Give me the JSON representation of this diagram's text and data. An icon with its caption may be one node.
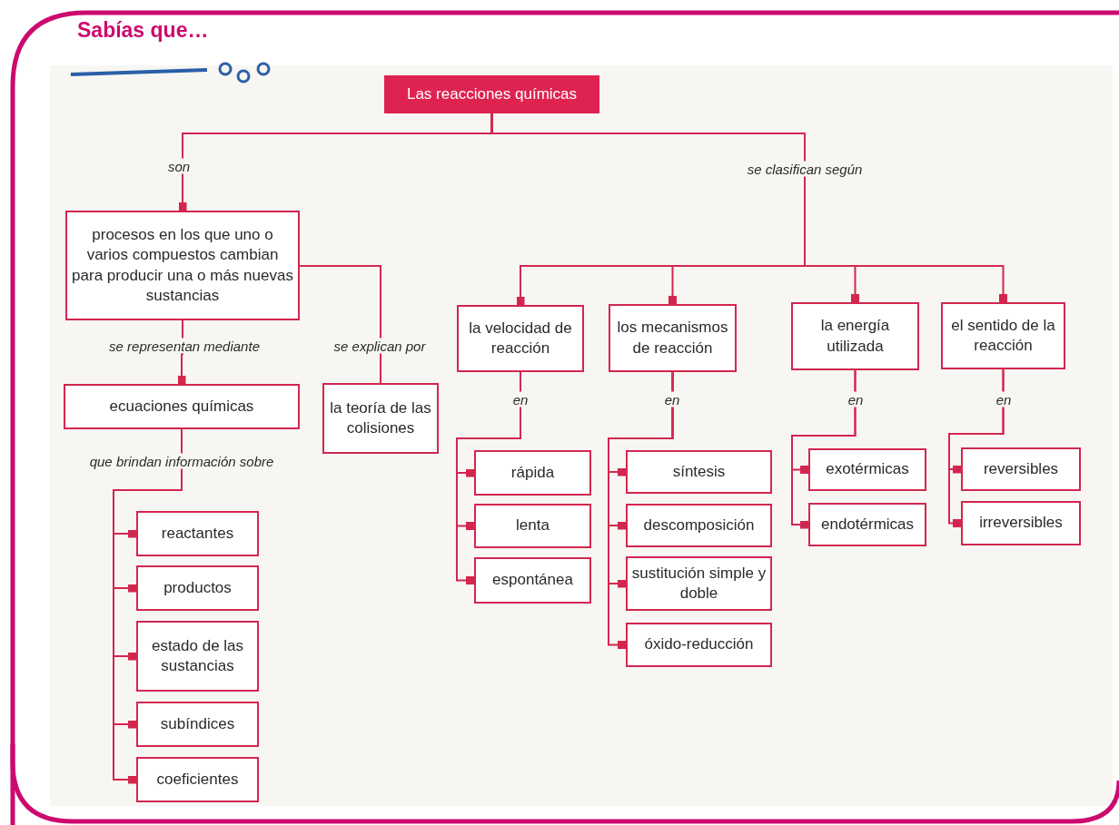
{
  "diagram": {
    "title": "Sabías que…",
    "nodes": [
      {
        "text": [
          "Las reacciones químicas"
        ]
      },
      {
        "text": [
          "procesos en los que uno o varios compuestos cambian para producir una o más nuevas sustancias"
        ]
      },
      {
        "text": [
          "ecuaciones químicas"
        ]
      },
      {
        "text": [
          "la teoría de las colisiones"
        ]
      },
      {
        "text": [
          "la velocidad de reacción"
        ]
      },
      {
        "text": [
          "los mecanismos de reacción"
        ]
      },
      {
        "text": [
          "la energía utilizada"
        ]
      },
      {
        "text": [
          "el sentido de la reacción"
        ]
      },
      {
        "text": [
          "rápida"
        ]
      },
      {
        "text": [
          "lenta"
        ]
      },
      {
        "text": [
          "espontánea"
        ]
      },
      {
        "text": [
          "síntesis"
        ]
      },
      {
        "text": [
          "descomposición"
        ]
      },
      {
        "text": [
          "sustitución simple y doble"
        ]
      },
      {
        "text": [
          "óxido-reducción"
        ]
      },
      {
        "text": [
          "exotérmicas"
        ]
      },
      {
        "text": [
          "endotérmicas"
        ]
      },
      {
        "text": [
          "reversibles"
        ]
      },
      {
        "text": [
          "irreversibles"
        ]
      },
      {
        "text": [
          "reactantes"
        ]
      },
      {
        "text": [
          "productos"
        ]
      },
      {
        "text": [
          "estado de las sustancias"
        ]
      },
      {
        "text": [
          "subíndices"
        ]
      },
      {
        "text": [
          "coeficientes"
        ]
      }
    ],
    "edges": [
      {
        "from": 0,
        "to": 1,
        "arrow": "other",
        "label": "son"
      },
      {
        "from": 0,
        "to": 4,
        "arrow": "other",
        "label": "se clasifican según"
      },
      {
        "from": 0,
        "to": 5,
        "arrow": "other"
      },
      {
        "from": 0,
        "to": 6,
        "arrow": "other"
      },
      {
        "from": 0,
        "to": 7,
        "arrow": "other"
      },
      {
        "from": 1,
        "to": 2,
        "arrow": "other",
        "label": "se representan mediante"
      },
      {
        "from": 1,
        "to": 3,
        "arrow": "none",
        "label": "se explican por"
      },
      {
        "from": 2,
        "to": 19,
        "arrow": "other",
        "label": "que brindan información sobre"
      },
      {
        "from": 2,
        "to": 20,
        "arrow": "other"
      },
      {
        "from": 2,
        "to": 21,
        "arrow": "other"
      },
      {
        "from": 2,
        "to": 22,
        "arrow": "other"
      },
      {
        "from": 2,
        "to": 23,
        "arrow": "other"
      },
      {
        "from": 4,
        "to": 8,
        "arrow": "other",
        "label": "en"
      },
      {
        "from": 4,
        "to": 9,
        "arrow": "other"
      },
      {
        "from": 4,
        "to": 10,
        "arrow": "other"
      },
      {
        "from": 5,
        "to": 11,
        "arrow": "other",
        "label": "en"
      },
      {
        "from": 5,
        "to": 12,
        "arrow": "other"
      },
      {
        "from": 5,
        "to": 13,
        "arrow": "other"
      },
      {
        "from": 5,
        "to": 14,
        "arrow": "other"
      },
      {
        "from": 6,
        "to": 15,
        "arrow": "other",
        "label": "en"
      },
      {
        "from": 6,
        "to": 16,
        "arrow": "other"
      },
      {
        "from": 7,
        "to": 17,
        "arrow": "other",
        "label": "en"
      },
      {
        "from": 7,
        "to": 18,
        "arrow": "other"
      }
    ]
  }
}
